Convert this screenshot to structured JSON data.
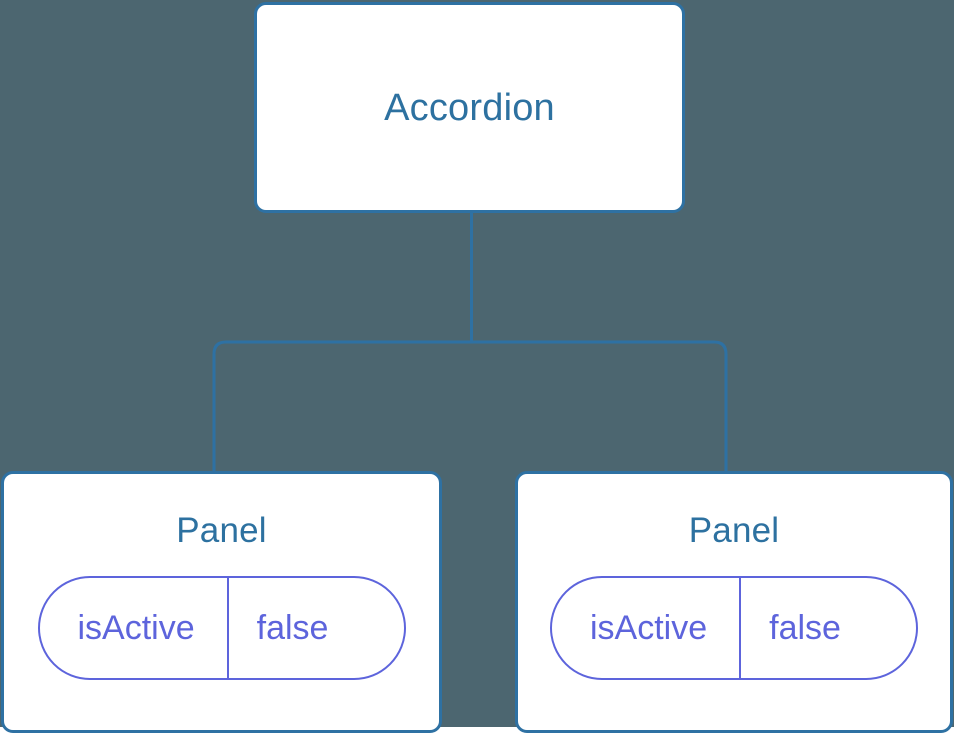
{
  "diagram": {
    "type": "component-tree",
    "background_color": "#4c6670",
    "node_border_color": "#2e71a3",
    "node_title_color": "#2d71a0",
    "pill_color": "#5d64dc",
    "connector_color": "#2e71a3"
  },
  "root": {
    "title": "Accordion"
  },
  "children": [
    {
      "title": "Panel",
      "state": {
        "key": "isActive",
        "value": "false"
      }
    },
    {
      "title": "Panel",
      "state": {
        "key": "isActive",
        "value": "false"
      }
    }
  ],
  "connectors": {
    "root_stem_label": "root-to-branch-stem",
    "branch_label": "branch-bar",
    "left_drop_label": "branch-to-left-child",
    "right_drop_label": "branch-to-right-child"
  }
}
